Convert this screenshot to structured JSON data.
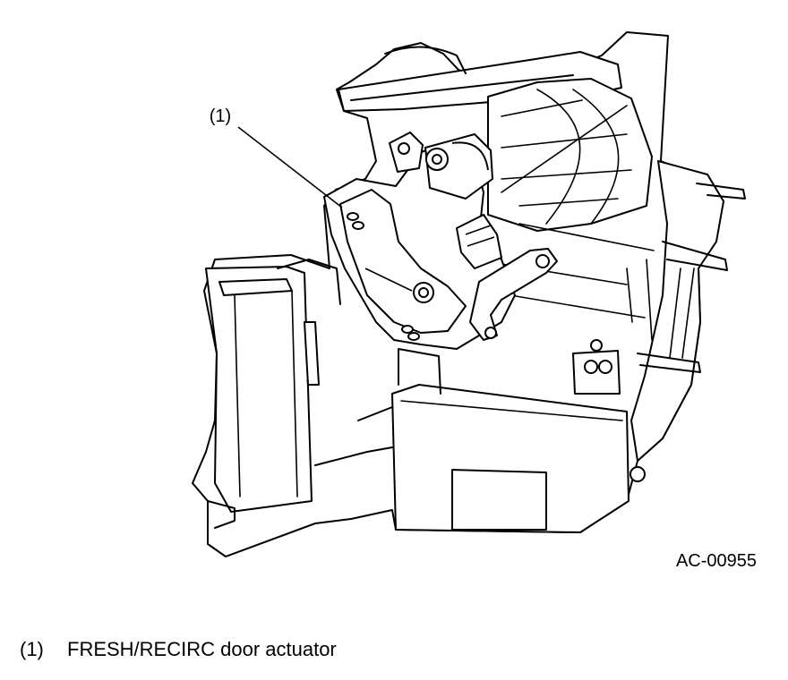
{
  "figure": {
    "callout_label": "(1)",
    "figure_code": "AC-00955"
  },
  "legend": [
    {
      "number": "(1)",
      "text": "FRESH/RECIRC door actuator"
    }
  ]
}
